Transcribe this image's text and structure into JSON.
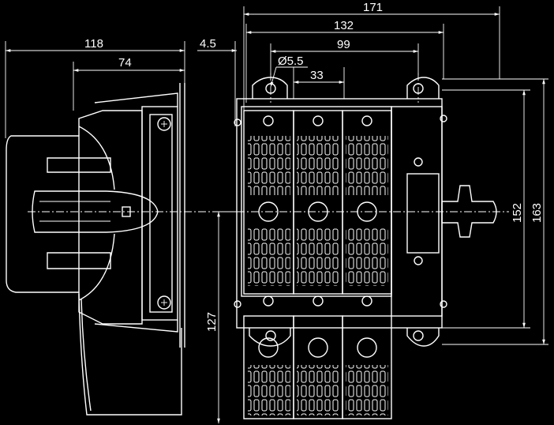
{
  "dimensions": {
    "overall_width": "171",
    "mount_width": "132",
    "pitch_width": "99",
    "hole_diameter": "Ø5.5",
    "pole_pitch": "33",
    "depth_total": "118",
    "depth_front": "74",
    "offset": "4.5",
    "height_mount": "152",
    "height_total": "163",
    "height_lower": "127"
  },
  "colors": {
    "background": "#000000",
    "line": "#ffffff"
  }
}
